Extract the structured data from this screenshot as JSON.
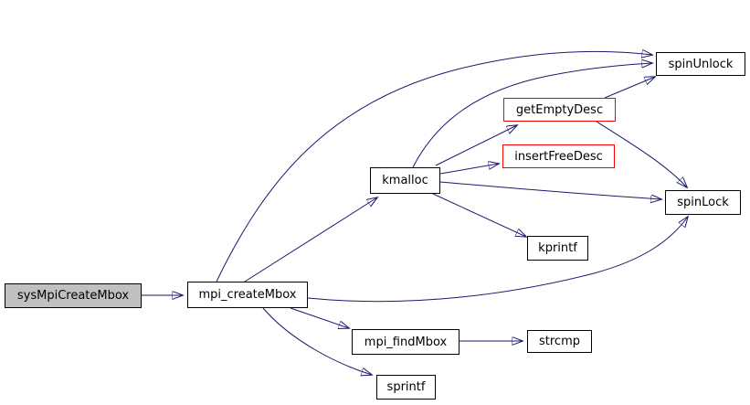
{
  "diagram": {
    "kind": "call-graph",
    "background_color": "#ffffff",
    "edge_color": "#191970",
    "node_border_color": "#000000",
    "truncated_node_border_color": "#ff0000",
    "root_node_fill_color": "#c0c0c0",
    "node_fill_color": "#ffffff",
    "text_color": "#000000"
  },
  "nodes": [
    {
      "id": "sysMpiCreateMbox",
      "label": "sysMpiCreateMbox",
      "style": "root"
    },
    {
      "id": "mpi_createMbox",
      "label": "mpi_createMbox",
      "style": "normal"
    },
    {
      "id": "kmalloc",
      "label": "kmalloc",
      "style": "normal"
    },
    {
      "id": "getEmptyDesc",
      "label": "getEmptyDesc",
      "style": "highlight"
    },
    {
      "id": "insertFreeDesc",
      "label": "insertFreeDesc",
      "style": "highlight"
    },
    {
      "id": "spinUnlock",
      "label": "spinUnlock",
      "style": "normal"
    },
    {
      "id": "spinLock",
      "label": "spinLock",
      "style": "normal"
    },
    {
      "id": "kprintf",
      "label": "kprintf",
      "style": "normal"
    },
    {
      "id": "mpi_findMbox",
      "label": "mpi_findMbox",
      "style": "normal"
    },
    {
      "id": "strcmp",
      "label": "strcmp",
      "style": "normal"
    },
    {
      "id": "sprintf",
      "label": "sprintf",
      "style": "normal"
    }
  ],
  "edges": [
    {
      "from": "sysMpiCreateMbox",
      "to": "mpi_createMbox"
    },
    {
      "from": "mpi_createMbox",
      "to": "kmalloc"
    },
    {
      "from": "mpi_createMbox",
      "to": "spinUnlock"
    },
    {
      "from": "mpi_createMbox",
      "to": "spinLock"
    },
    {
      "from": "mpi_createMbox",
      "to": "mpi_findMbox"
    },
    {
      "from": "mpi_createMbox",
      "to": "sprintf"
    },
    {
      "from": "kmalloc",
      "to": "getEmptyDesc"
    },
    {
      "from": "kmalloc",
      "to": "insertFreeDesc"
    },
    {
      "from": "kmalloc",
      "to": "spinUnlock"
    },
    {
      "from": "kmalloc",
      "to": "spinLock"
    },
    {
      "from": "kmalloc",
      "to": "kprintf"
    },
    {
      "from": "getEmptyDesc",
      "to": "spinUnlock"
    },
    {
      "from": "getEmptyDesc",
      "to": "spinLock"
    },
    {
      "from": "mpi_findMbox",
      "to": "strcmp"
    }
  ]
}
